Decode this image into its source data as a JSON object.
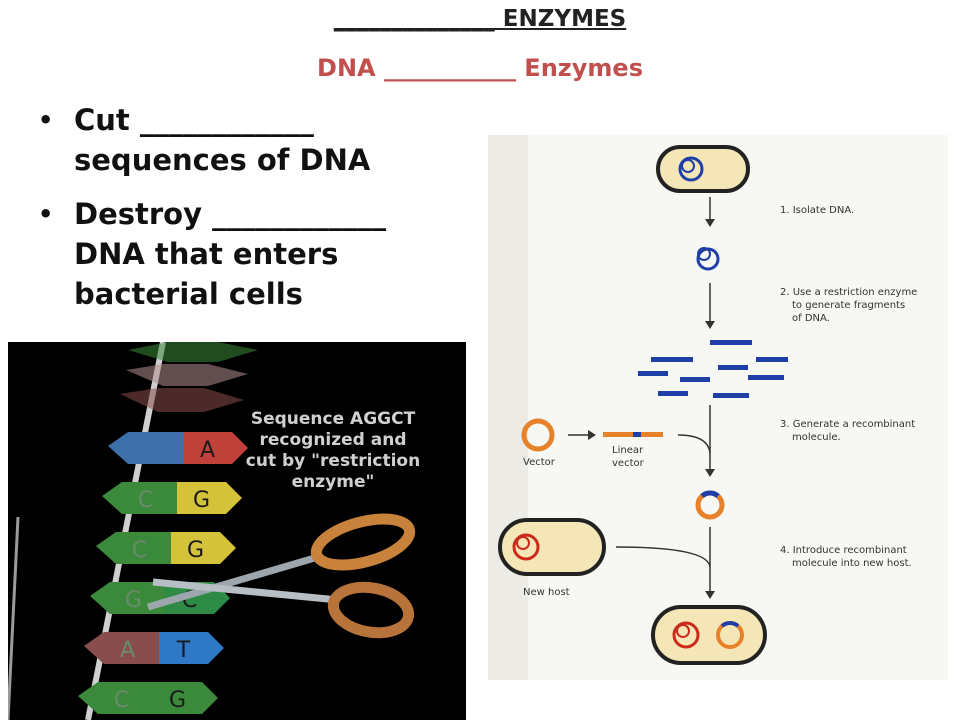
{
  "slide": {
    "title_line1": "______________ ENZYMES",
    "title_line2": "DNA ___________ Enzymes",
    "bullets": [
      {
        "line1": "Cut ____________",
        "line2": "sequences of DNA",
        "line3": ""
      },
      {
        "line1": "Destroy ____________",
        "line2": "DNA that enters",
        "line3": "bacterial cells"
      }
    ]
  },
  "left_image": {
    "callout": [
      "Sequence AGGCT",
      "recognized and",
      "cut by \"restriction",
      "enzyme\""
    ],
    "bases": [
      "A",
      "G",
      "G",
      "C",
      "T",
      "G"
    ],
    "partners": [
      "",
      "C",
      "C",
      "G",
      "A",
      "C"
    ]
  },
  "right_figure": {
    "steps": [
      "1. Isolate DNA.",
      "2. Use a restriction enzyme",
      "to generate fragments",
      "of DNA.",
      "3. Generate a recombinant",
      "molecule.",
      "4. Introduce recombinant",
      "molecule into new host."
    ],
    "labels": {
      "vector": "Vector",
      "linear1": "Linear",
      "linear2": "vector",
      "new_host": "New host"
    }
  },
  "colors": {
    "subtitle": "#c0504d",
    "dna_blue": "#1f3fa6",
    "orange": "#e8822a",
    "cell_fill": "#f5e6b8"
  }
}
